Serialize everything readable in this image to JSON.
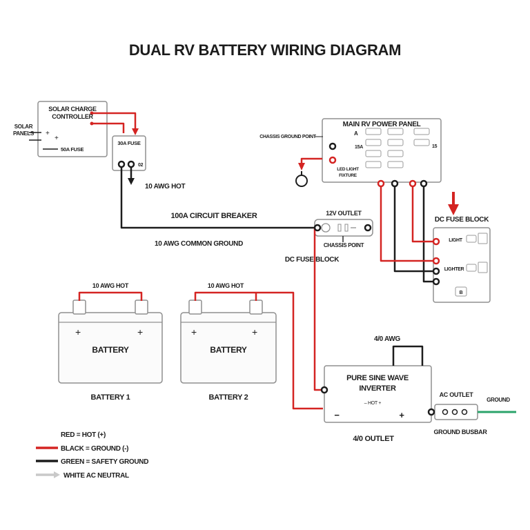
{
  "title": "DUAL RV BATTERY WIRING DIAGRAM",
  "colors": {
    "hot_red": "#d42422",
    "ground_black": "#1c1c1c",
    "safety_green": "#2aa36a",
    "neutral_gray": "#c9c9c9"
  },
  "solar": {
    "controller_line1": "SOLAR CHARGE",
    "controller_line2": "CONTROLLER",
    "panels_line1": "SOLAR",
    "panels_line2": "PANELS",
    "fuse": "50A FUSE"
  },
  "fuse30": {
    "label": "30A FUSE",
    "code": "02",
    "hot": "10 AWG HOT"
  },
  "panel": {
    "title": "MAIN RV POWER PANEL",
    "chassis_ground": "CHASSIS GROUND POINT",
    "breaker_a": "A",
    "amp": "15A",
    "amp_right": "15",
    "led_line1": "LED LIGHT",
    "led_line2": "FIXTURE"
  },
  "run": {
    "breaker": "100A CIRCUIT BREAKER",
    "common_ground": "10 AWG COMMON GROUND"
  },
  "outlet12": {
    "label": "12V OUTLET",
    "chassis": "CHASSIS POINT",
    "dc_fuse": "DC FUSE BLOCK"
  },
  "fuseblock": {
    "title": "DC FUSE BLOCK",
    "row1": "LIGHT",
    "row2": "LIGHTER",
    "b": "B"
  },
  "batteries": {
    "hot1": "10 AWG HOT",
    "hot2": "10 AWG HOT",
    "body1": "BATTERY",
    "body2": "BATTERY",
    "caption1": "BATTERY 1",
    "caption2": "BATTERY 2",
    "plus": "+"
  },
  "inverter": {
    "line1": "PURE SINE WAVE",
    "line2": "INVERTER",
    "hot": "– HOT +",
    "minus": "−",
    "plus": "+",
    "awg": "4/0 AWG",
    "outlet": "4/0 OUTLET"
  },
  "ac": {
    "outlet": "AC OUTLET",
    "ground": "GROUND",
    "busbar": "GROUND BUSBAR"
  },
  "legend": [
    {
      "label": "RED = HOT (+)"
    },
    {
      "label": "BLACK = GROUND (-)"
    },
    {
      "label": "GREEN = SAFETY GROUND"
    },
    {
      "label": "WHITE AC NEUTRAL"
    }
  ]
}
